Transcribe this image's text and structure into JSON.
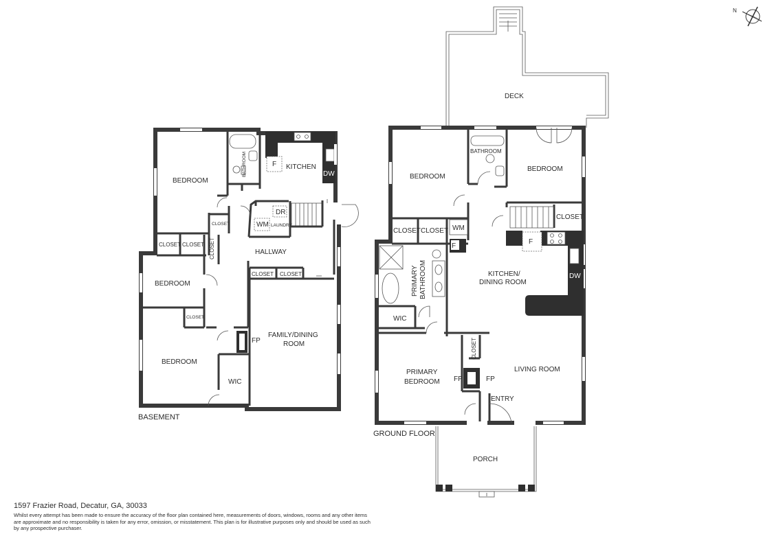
{
  "address": "1597 Frazier Road, Decatur, GA, 30033",
  "disclaimer": "Whilst every attempt has been made to ensure the accuracy of the floor plan contained here, measurements of doors, windows, rooms and any other items are approximate and no responsibility is taken for any error, omission, or misstatement. This plan is for illustrative purposes only and should be used as such by any prospective purchaser.",
  "compass_label": "N",
  "floors": {
    "basement": {
      "name": "BASEMENT",
      "rooms": {
        "bedroom_top": "BEDROOM",
        "bathroom": "BATHROOM",
        "kitchen": "KITCHEN",
        "fridge": "F",
        "dishwasher": "DW",
        "dryer": "DR",
        "washer": "WM",
        "laundry": "LAUNDRY",
        "closet_small": "CLOSET",
        "closet_a": "CLOSET",
        "closet_b": "CLOSET",
        "closet_vertical": "CLOSET",
        "hallway": "HALLWAY",
        "closet_hall_1": "CLOSET",
        "closet_hall_2": "CLOSET",
        "bedroom_middle": "BEDROOM",
        "closet_tiny": "CLOSET",
        "bedroom_bottom": "BEDROOM",
        "fireplace": "FP",
        "family_dining_line1": "FAMILY/DINING",
        "family_dining_line2": "ROOM",
        "wic": "WIC"
      }
    },
    "ground": {
      "name": "GROUND FLOOR",
      "rooms": {
        "deck": "DECK",
        "bedroom_left": "BEDROOM",
        "bathroom": "BATHROOM",
        "bedroom_right": "BEDROOM",
        "closet_stairs": "CLOSET",
        "closet_1": "CLOSET",
        "closet_2": "CLOSET",
        "washer": "WM",
        "fridge_small": "F",
        "fridge": "F",
        "kitchen_line1": "KITCHEN/",
        "kitchen_line2": "DINING ROOM",
        "dishwasher": "DW",
        "primary_bath_line1": "PRIMARY",
        "primary_bath_line2": "BATHROOM",
        "wic": "WIC",
        "closet_vertical": "CLOSET",
        "primary_bed_line1": "PRIMARY",
        "primary_bed_line2": "BEDROOM",
        "fp_left": "FP",
        "fp_right": "FP",
        "living_room": "LIVING ROOM",
        "entry": "ENTRY",
        "porch": "PORCH"
      }
    }
  }
}
